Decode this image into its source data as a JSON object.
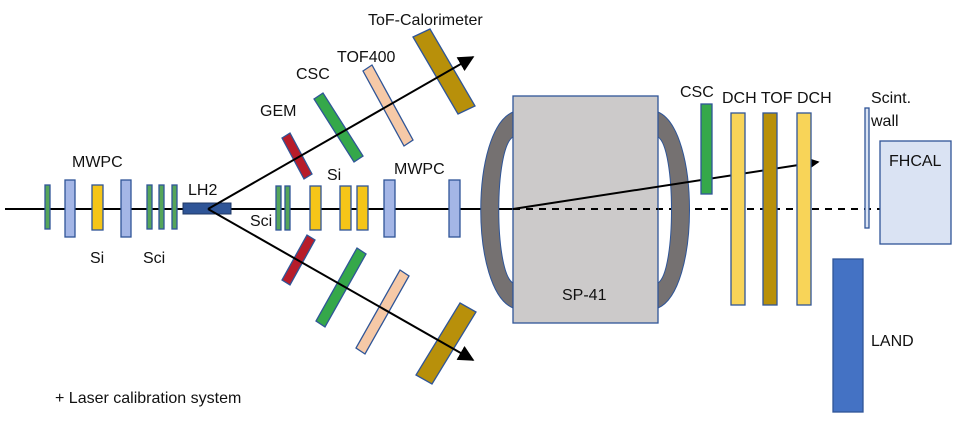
{
  "labels": {
    "tof_calorimeter": "ToF-Calorimeter",
    "tof400": "TOF400",
    "csc_upper": "CSC",
    "gem": "GEM",
    "mwpc_left": "MWPC",
    "si_left": "Si",
    "sci_left": "Sci",
    "lh2": "LH2",
    "si_mid": "Si",
    "sci_mid": "Sci",
    "mwpc_mid": "MWPC",
    "csc_right": "CSC",
    "dch_tof_dch": "DCH TOF DCH",
    "scint_wall_line1": "Scint.",
    "scint_wall_line2": "wall",
    "fhcal": "FHCAL",
    "magnet": "SP-41",
    "land": "LAND",
    "laser_note": "+ Laser calibration system"
  },
  "colors": {
    "silicon": "#f5c518",
    "mwpc": "#a4b6e6",
    "scintillator": "#55a55a",
    "csc": "#35a84a",
    "gem": "#b71c2a",
    "tof400": "#f6c9a7",
    "tof_calorimeter": "#b8900a",
    "dch": "#f8d458",
    "tof": "#b8900a",
    "magnet_body": "#cccaca",
    "magnet_coil": "#757171",
    "land": "#4472c4",
    "fhcal": "#dae3f3",
    "target": "#2f5597",
    "outline": "#2f5597"
  }
}
